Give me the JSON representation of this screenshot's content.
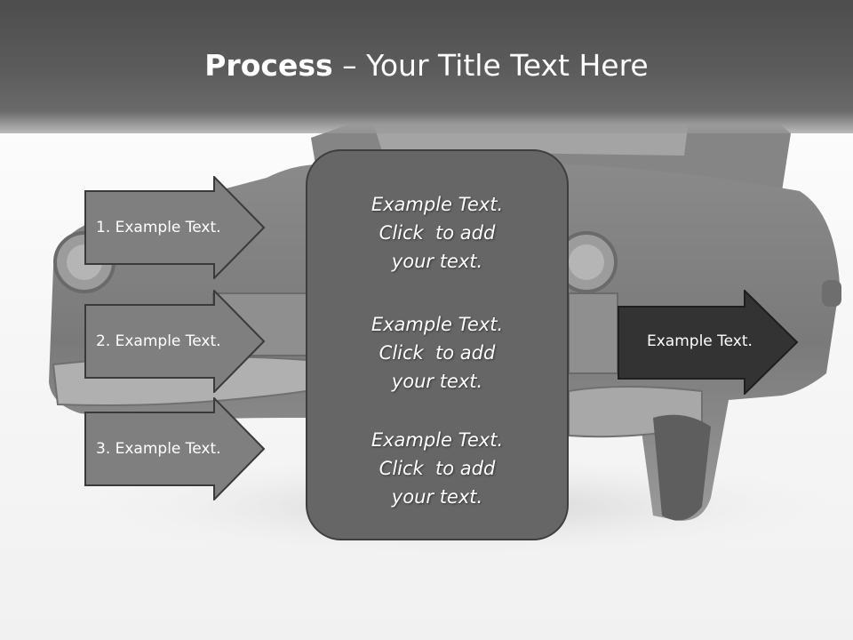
{
  "slide": {
    "title_bold": "Process",
    "title_rest": " – Your Title Text Here"
  },
  "left_steps": [
    {
      "label": "1. Example Text."
    },
    {
      "label": "2. Example Text."
    },
    {
      "label": "3. Example Text."
    }
  ],
  "center_box": {
    "paragraphs": [
      {
        "lines": [
          "Example Text.",
          "Click  to add",
          "your text."
        ]
      },
      {
        "lines": [
          "Example Text.",
          "Click  to add",
          "your text."
        ]
      },
      {
        "lines": [
          "Example Text.",
          "Click  to add",
          "your text."
        ]
      }
    ]
  },
  "output_arrow": {
    "label": "Example Text."
  },
  "colors": {
    "step_fill": "#7f7f7f",
    "center_fill": "#666666",
    "output_fill": "#333333"
  }
}
